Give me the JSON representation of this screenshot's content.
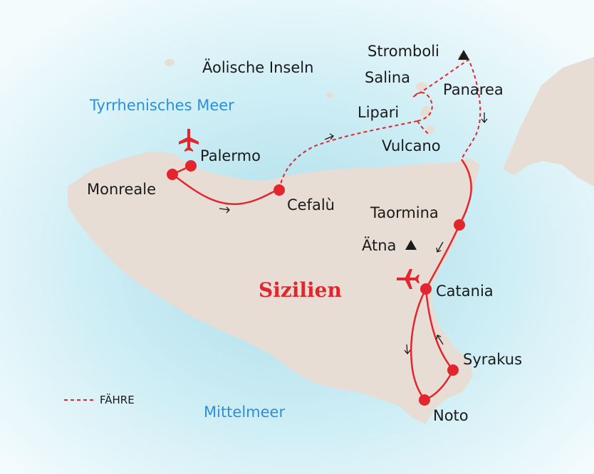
{
  "title": "Sizilien",
  "seas": {
    "tyrrhenian": "Tyrrhenisches Meer",
    "mediterranean": "Mittelmeer"
  },
  "islands_label": "Äolische Inseln",
  "places": {
    "stromboli": "Stromboli",
    "salina": "Salina",
    "panarea": "Panarea",
    "lipari": "Lipari",
    "vulcano": "Vulcano",
    "palermo": "Palermo",
    "monreale": "Monreale",
    "cefalu": "Cefalù",
    "taormina": "Taormina",
    "aetna": "Ätna",
    "catania": "Catania",
    "syrakus": "Syrakus",
    "noto": "Noto"
  },
  "legend": {
    "ferry_label": "FÄHRE"
  },
  "colors": {
    "sea": "#dff1f7",
    "sea_deep": "#bfe6f0",
    "land": "#e7ddd5",
    "route": "#e3262d",
    "sea_text": "#2e8fd8"
  },
  "icons": {
    "airport": "airplane-icon",
    "volcano": "volcano-triangle-icon",
    "direction": "arrow-icon"
  }
}
